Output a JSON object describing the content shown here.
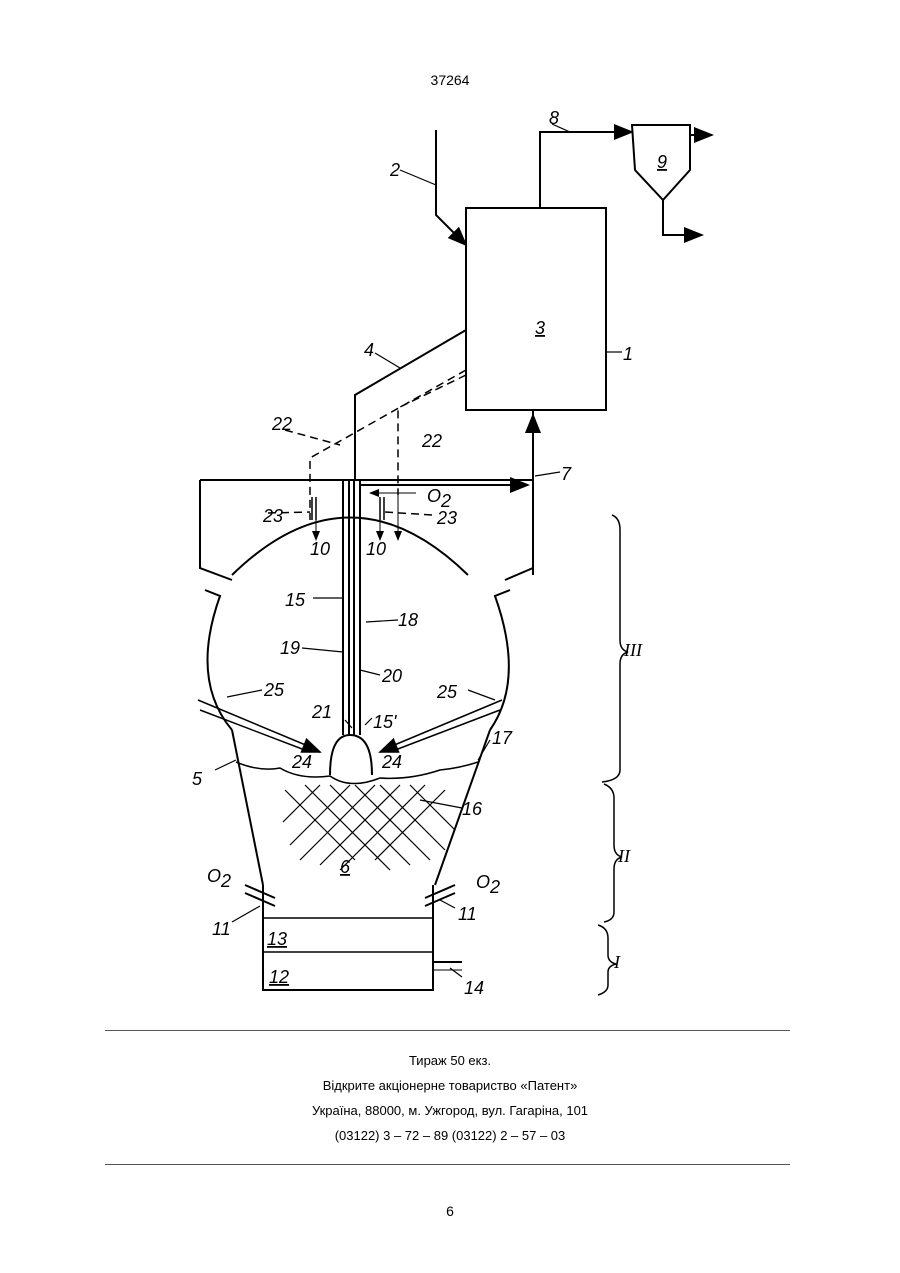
{
  "header": {
    "doc_number": "37264"
  },
  "diagram": {
    "labels": {
      "l1": "1",
      "l2": "2",
      "l3": "3",
      "l4": "4",
      "l5": "5",
      "l6": "6",
      "l7": "7",
      "l8": "8",
      "l9": "9",
      "l10a": "10",
      "l10b": "10",
      "l11a": "11",
      "l11b": "11",
      "l12": "12",
      "l13": "13",
      "l14": "14",
      "l15": "15",
      "l15p": "15'",
      "l16": "16",
      "l17": "17",
      "l18": "18",
      "l19": "19",
      "l20": "20",
      "l21": "21",
      "l22a": "22",
      "l22b": "22",
      "l23a": "23",
      "l23b": "23",
      "l24a": "24",
      "l24b": "24",
      "l25a": "25",
      "l25b": "25",
      "o2_top": "O",
      "o2_left": "O",
      "o2_right": "O",
      "o2_sub": "2",
      "zone_I": "I",
      "zone_II": "II",
      "zone_III": "III"
    }
  },
  "footer": {
    "line1": "Тираж 50 екз.",
    "line2": "Відкрите акціонерне товариство «Патент»",
    "line3": "Україна, 88000, м. Ужгород, вул. Гагаріна, 101",
    "line4": "(03122) 3 – 72 – 89   (03122) 2 – 57 – 03"
  },
  "page": {
    "number": "6"
  }
}
